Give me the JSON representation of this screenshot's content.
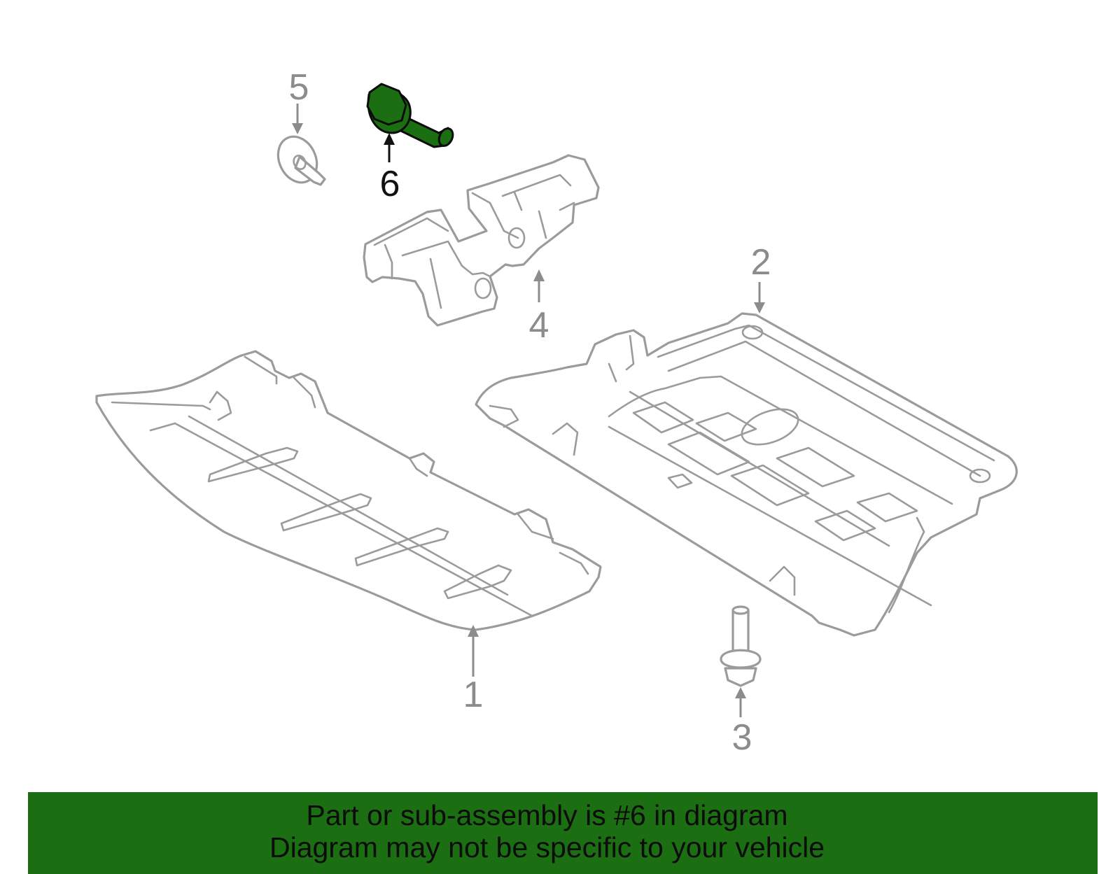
{
  "callouts": [
    {
      "number": "1",
      "part": "front-splash-shield"
    },
    {
      "number": "2",
      "part": "rear-splash-shield"
    },
    {
      "number": "3",
      "part": "bolt"
    },
    {
      "number": "4",
      "part": "bracket"
    },
    {
      "number": "5",
      "part": "push-pin-clip"
    },
    {
      "number": "6",
      "part": "flange-bolt"
    }
  ],
  "highlighted_callout": "6",
  "colors": {
    "highlight": "#1c6e12",
    "banner_background": "#1c6e12",
    "part_outline": "#9b9b9b",
    "callout_text": "#8c8c8c",
    "active_callout_text": "#111111"
  },
  "banner": {
    "line1": "Part or sub-assembly is #6 in diagram",
    "line2": "Diagram may not be specific to your vehicle"
  }
}
